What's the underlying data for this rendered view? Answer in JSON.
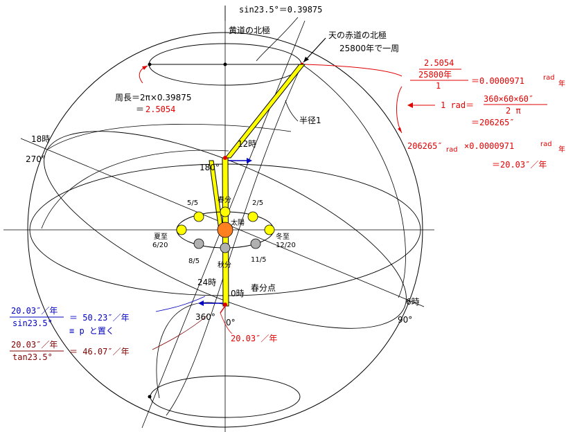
{
  "labels": {
    "sin_top": "sin23.5°＝0.39875",
    "ecliptic_pole": "黄道の北極",
    "celestial_pole": "天の赤道の北極",
    "period": "25800年で一周",
    "circumference_1": "周長＝2π×0.39875",
    "circumference_2": "＝",
    "circumference_value": "2.5054",
    "radius": "半径1",
    "h18": "18時",
    "d270": "270°",
    "h12": "12時",
    "d180": "180°",
    "spring_equinox": "春分",
    "m55": "5/5",
    "m25": "2/5",
    "sun": "太陽",
    "summer_solstice": "夏至",
    "summer_date": "6/20",
    "winter_solstice": "冬至",
    "winter_date": "12/20",
    "m85": "8/5",
    "m115": "11/5",
    "autumn_equinox": "秋分",
    "h24": "24時",
    "h0": "0時",
    "vernal_point": "春分点",
    "d360": "360°",
    "d0": "0°",
    "h6": "6時",
    "d90": "90°",
    "rate_red": "20.03″／年"
  },
  "formulas": {
    "f1_num1": "2.5054",
    "f1_num2": "25800年",
    "f1_den": "1",
    "f1_result": "＝0.0000971",
    "f1_unit_top": "rad",
    "f1_unit_bot": "年",
    "f2_left": "1 rad＝",
    "f2_num": "360×60×60″",
    "f2_den": "2 π",
    "f2_result": "＝206265″",
    "f3_a": "206265″",
    "f3_b": "rad",
    "f3_c": "×0.0000971",
    "f3_d": "rad",
    "f3_e": "年",
    "f3_result": "＝20.03″／年",
    "b_num": "20.03″／年",
    "b_den": "sin23.5°",
    "b_eq": "＝ 50.23″／年",
    "b_def": "≡ p と置く",
    "d_num": "20.03″／年",
    "d_den": "tan23.5°",
    "d_eq": "＝ 46.07″／年"
  },
  "colors": {
    "red": "#e00000",
    "blue": "#0000c0",
    "dark_red": "#800000",
    "yellow": "#ffff00",
    "sun": "#ff8020",
    "gray": "#b0b0b0"
  }
}
